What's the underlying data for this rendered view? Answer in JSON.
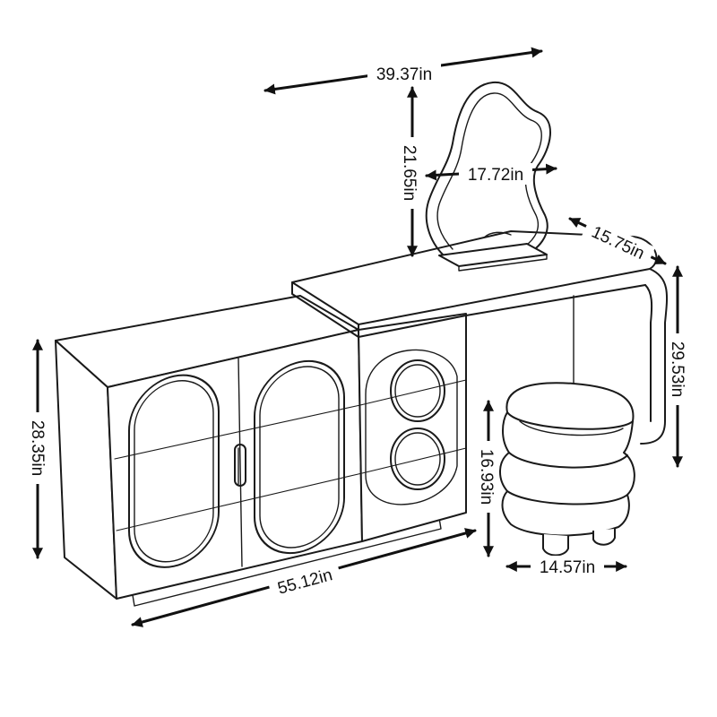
{
  "dimensions": {
    "mirror_total_width": "39.37in",
    "mirror_height": "21.65in",
    "mirror_width": "17.72in",
    "desk_depth": "15.75in",
    "desk_height": "29.53in",
    "cabinet_height": "28.35in",
    "stool_height": "16.93in",
    "stool_width": "14.57in",
    "total_length": "55.12in"
  },
  "colors": {
    "line": "#1a1a1a",
    "background": "#ffffff"
  }
}
